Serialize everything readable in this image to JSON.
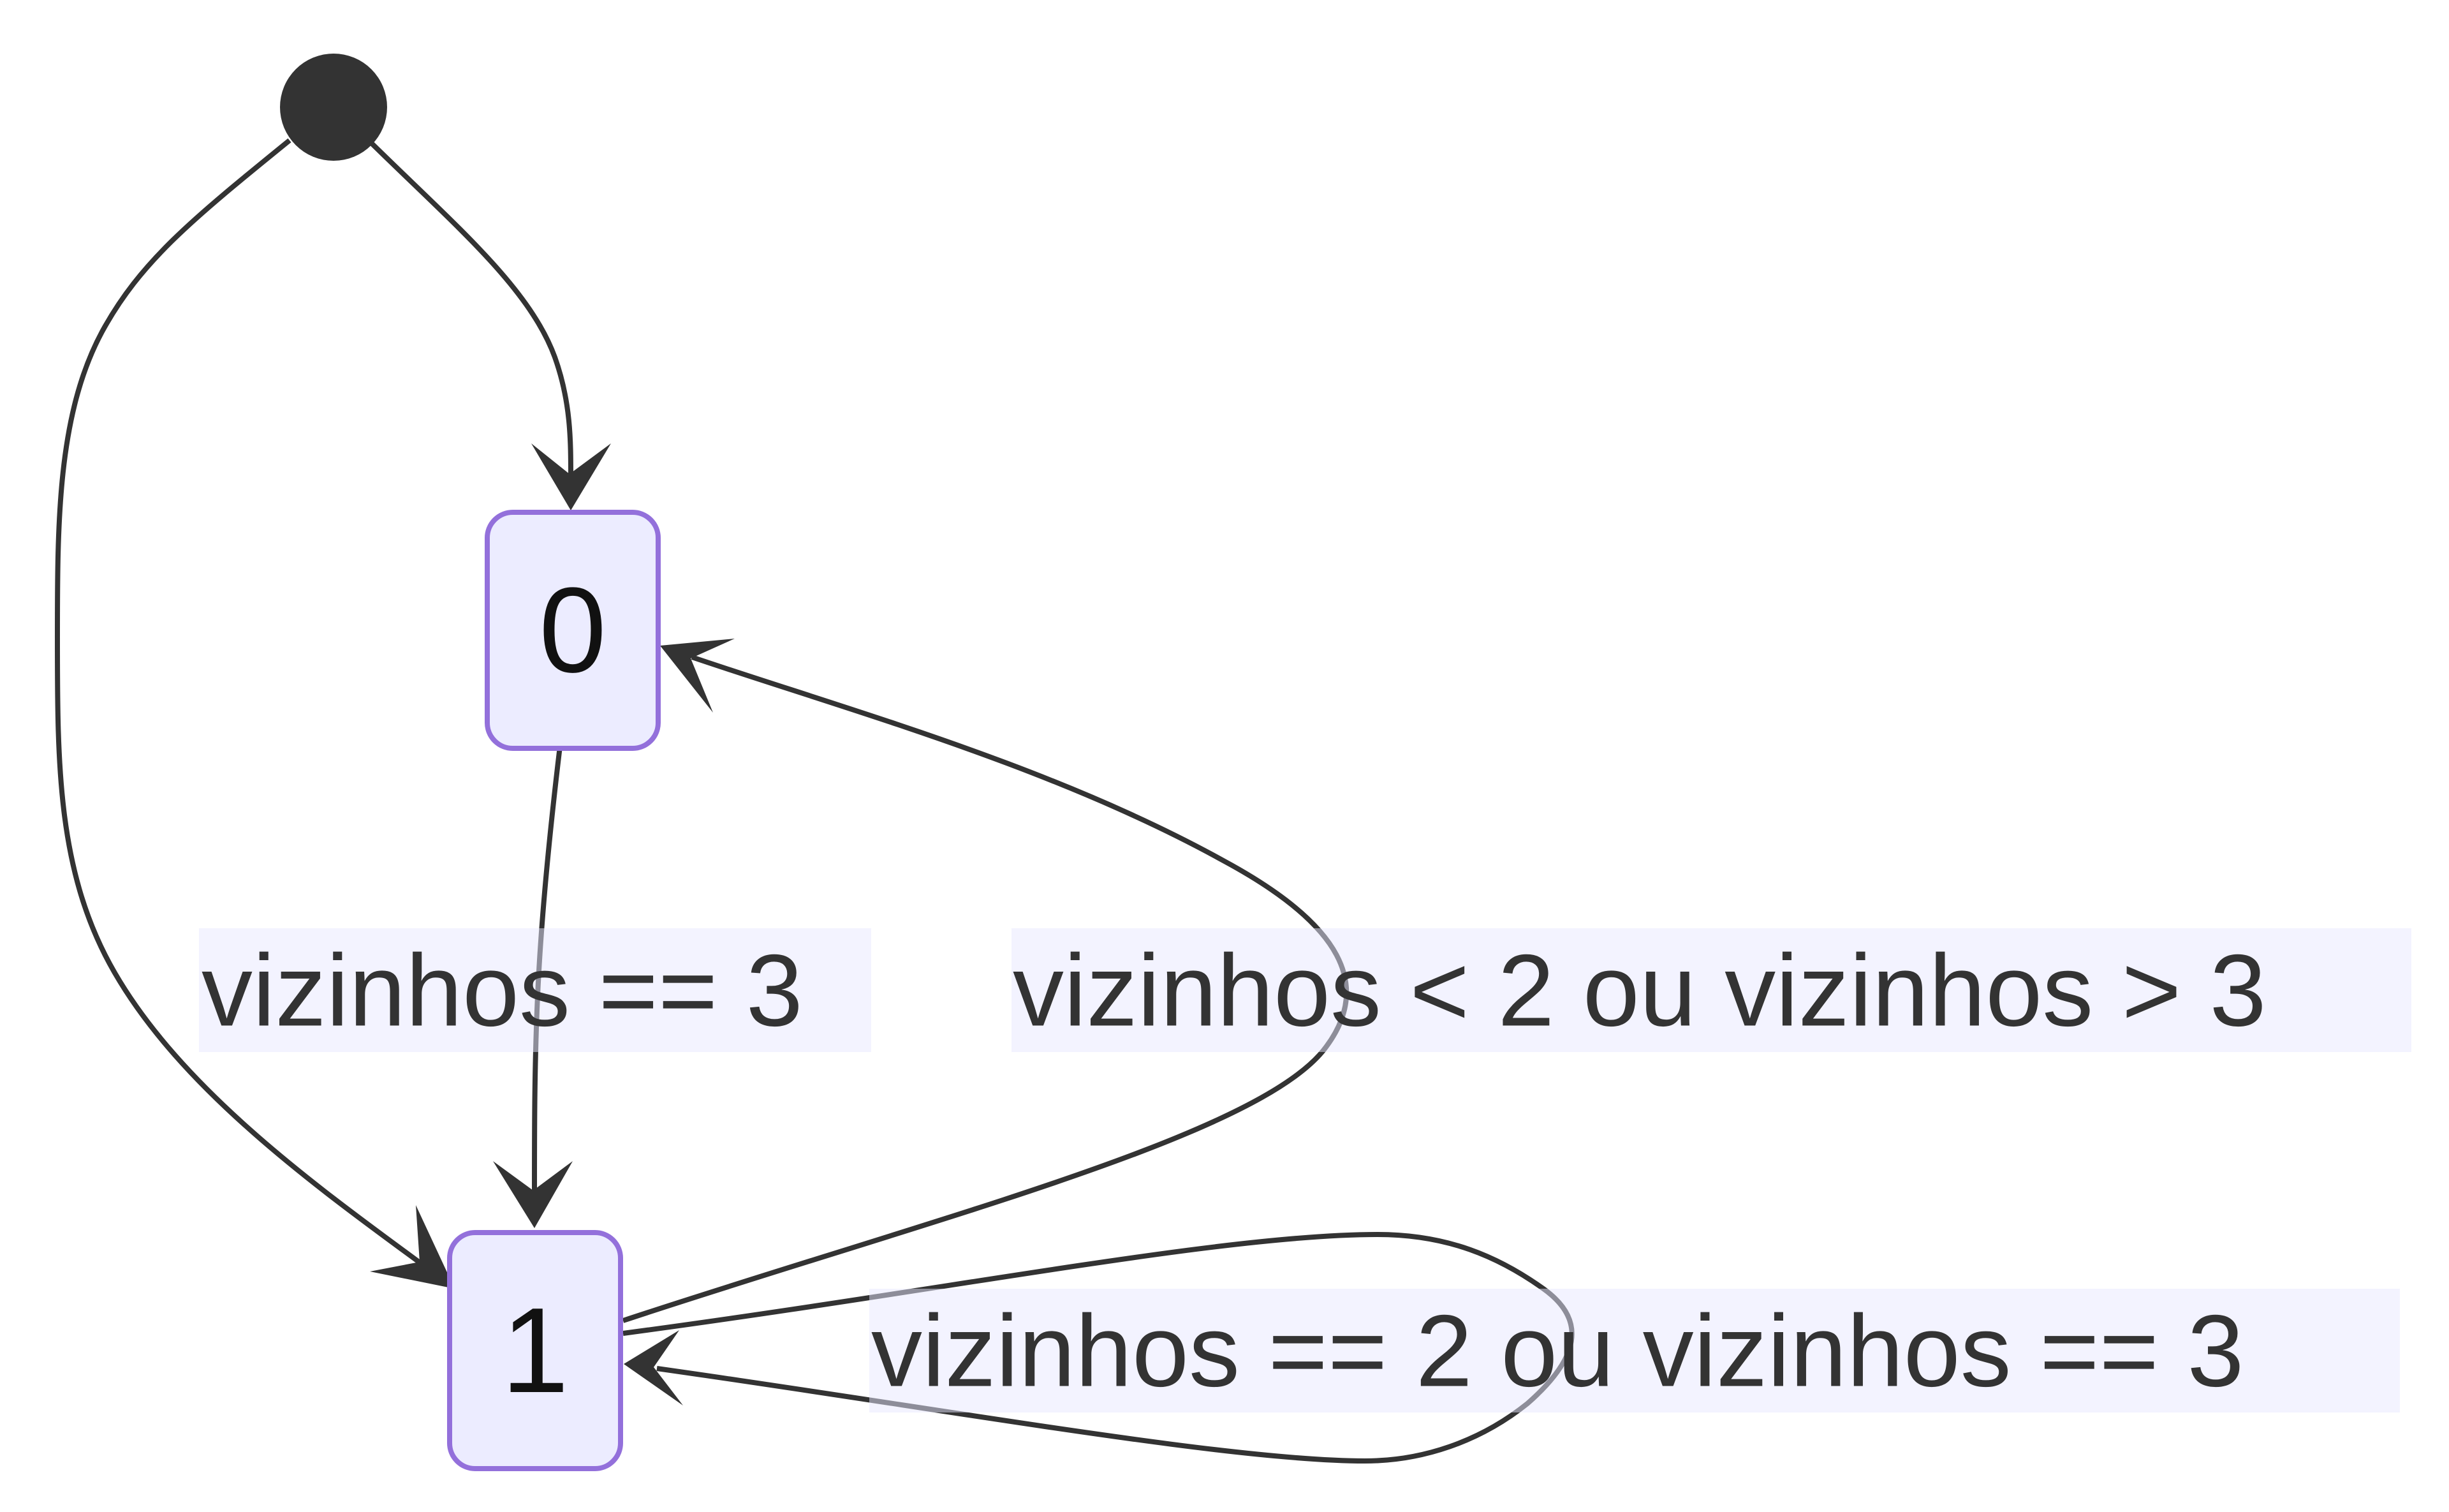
{
  "diagram": {
    "states": {
      "s0": {
        "label": "0"
      },
      "s1": {
        "label": "1"
      }
    },
    "transitions": {
      "t_0_to_1": "vizinhos == 3",
      "t_1_to_0": "vizinhos < 2 ou vizinhos > 3",
      "t_1_to_1": "vizinhos == 2 ou vizinhos == 3"
    }
  }
}
